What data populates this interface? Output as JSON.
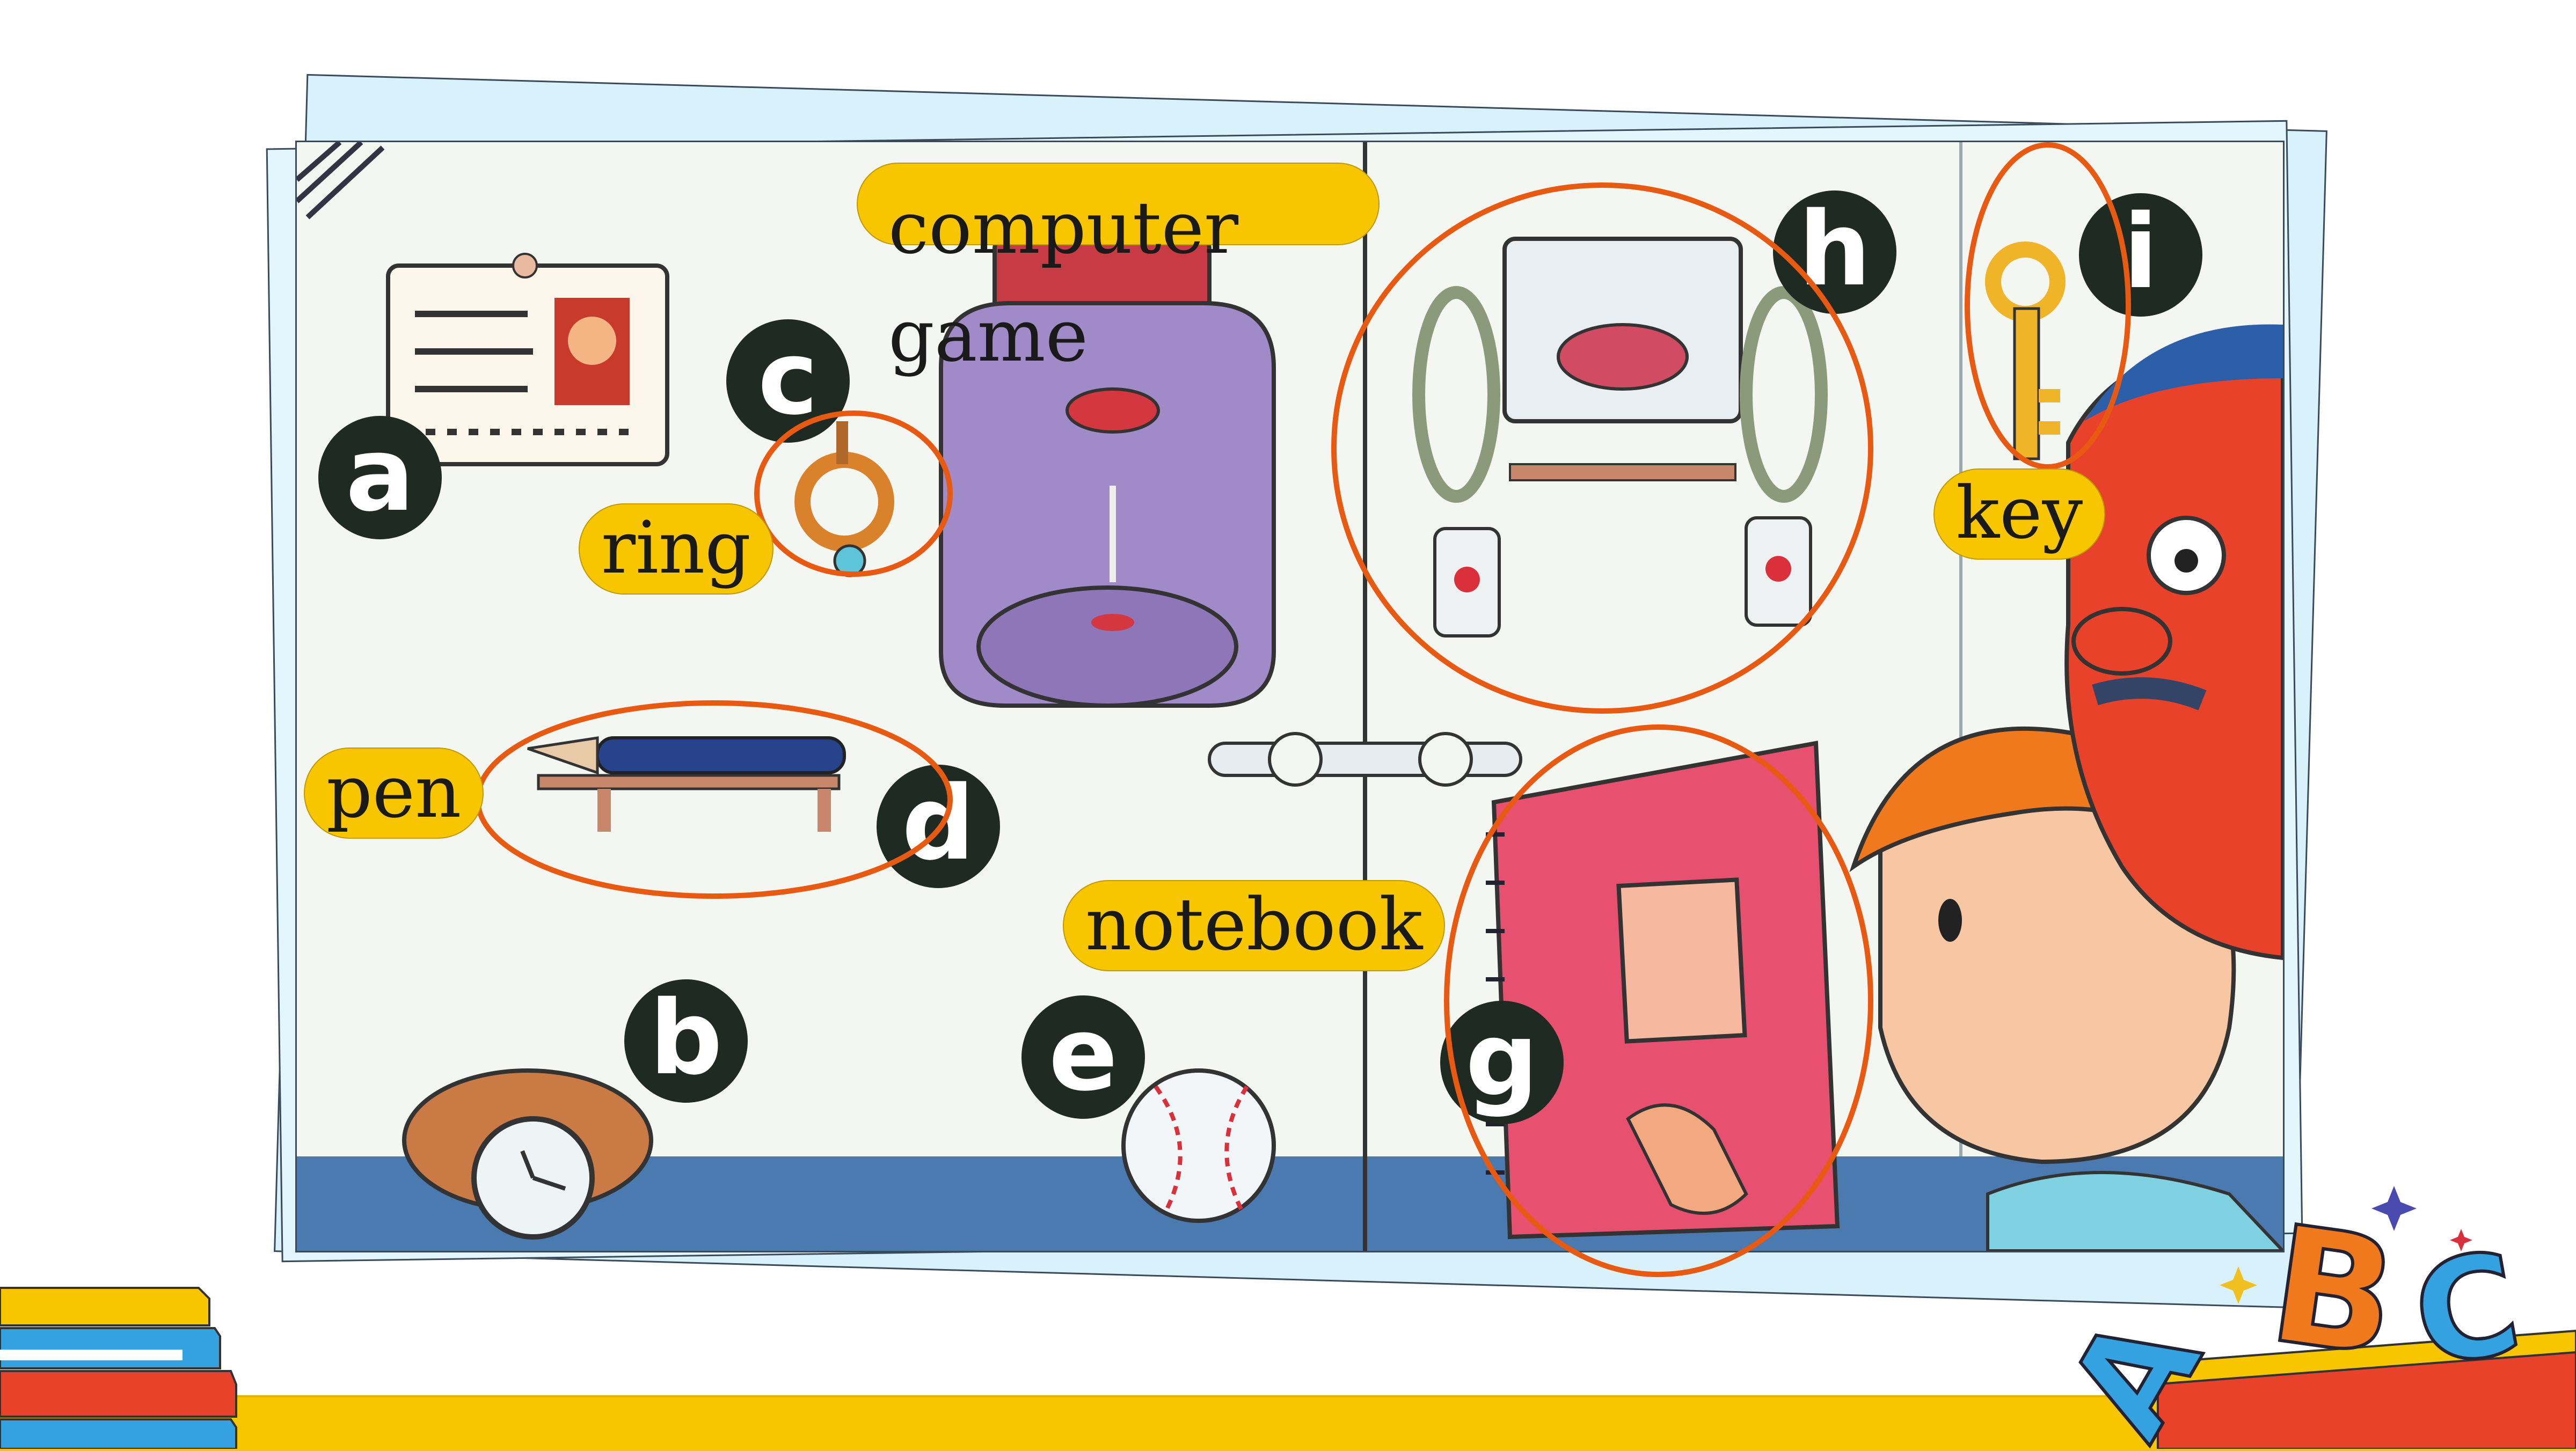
{
  "labels": {
    "computer": "computer game",
    "ring": "ring",
    "pen": "pen",
    "notebook": "notebook",
    "key": "key"
  },
  "letters": {
    "a": "a",
    "b": "b",
    "c": "c",
    "d": "d",
    "e": "e",
    "g": "g",
    "h": "h",
    "i": "i"
  },
  "decor": {
    "abc_a": "A",
    "abc_b": "B",
    "abc_c": "C"
  },
  "colors": {
    "highlight": "#f7c600",
    "circle": "#e85a12",
    "letter_badge": "#1f2b22"
  }
}
